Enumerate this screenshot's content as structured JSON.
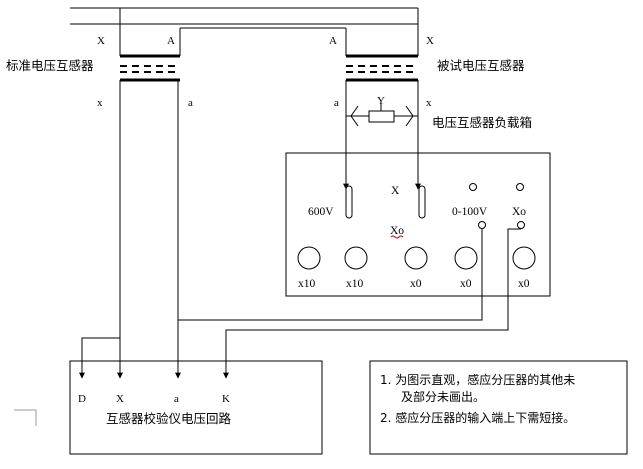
{
  "title_std": "标准电压互感器",
  "title_test": "被试电压互感器",
  "load_box": "电压互感器负载箱",
  "load_Y": "Y",
  "std_X_top": "X",
  "std_A_top": "A",
  "std_x_bot": "x",
  "std_a_bot": "a",
  "test_A_top": "A",
  "test_X_top": "X",
  "test_a_bot": "a",
  "test_x_bot": "x",
  "divider": {
    "label_600v": "600V",
    "label_X": "X",
    "label_Xo_mid": "Xo",
    "label_range": "0-100V",
    "label_Xo_right": "Xo",
    "knobs": [
      "x10",
      "x10",
      "x0",
      "x0",
      "x0"
    ]
  },
  "calibrator": {
    "terminals": [
      "D",
      "X",
      "a",
      "K"
    ],
    "title": "互感器校验仪电压回路"
  },
  "notes": {
    "line1a": "1.  为图示直观，感应分压器的其他未",
    "line1b": "及部分未画出。",
    "line2": "2.  感应分压器的输入端上下需短接。"
  }
}
